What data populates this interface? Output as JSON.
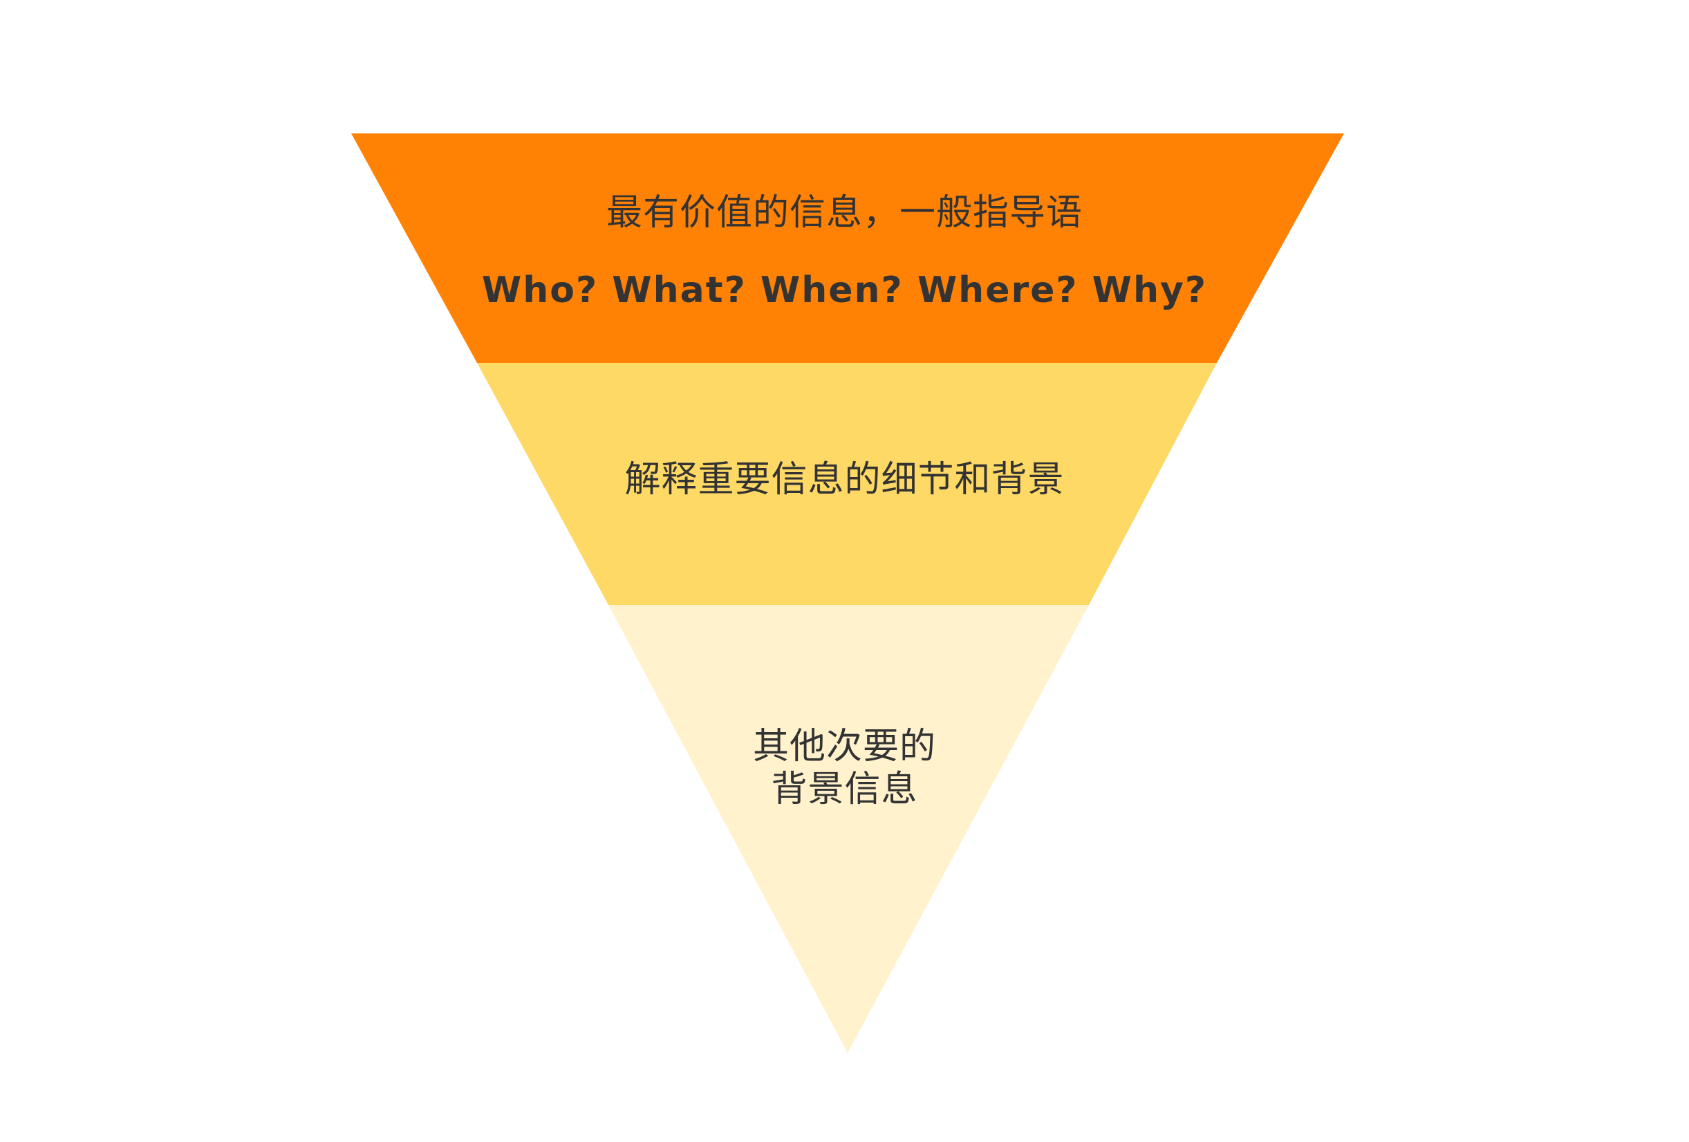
{
  "diagram": {
    "type": "inverted-pyramid",
    "tiers": [
      {
        "lines": [
          "最有价值的信息，一般指导语",
          "Who? What? When? Where? Why?"
        ],
        "color": "#FF8205"
      },
      {
        "lines": [
          "解释重要信息的细节和背景"
        ],
        "color": "#FFD966"
      },
      {
        "lines": [
          "其他次要的",
          "背景信息"
        ],
        "color": "#FFF2CC"
      }
    ]
  }
}
